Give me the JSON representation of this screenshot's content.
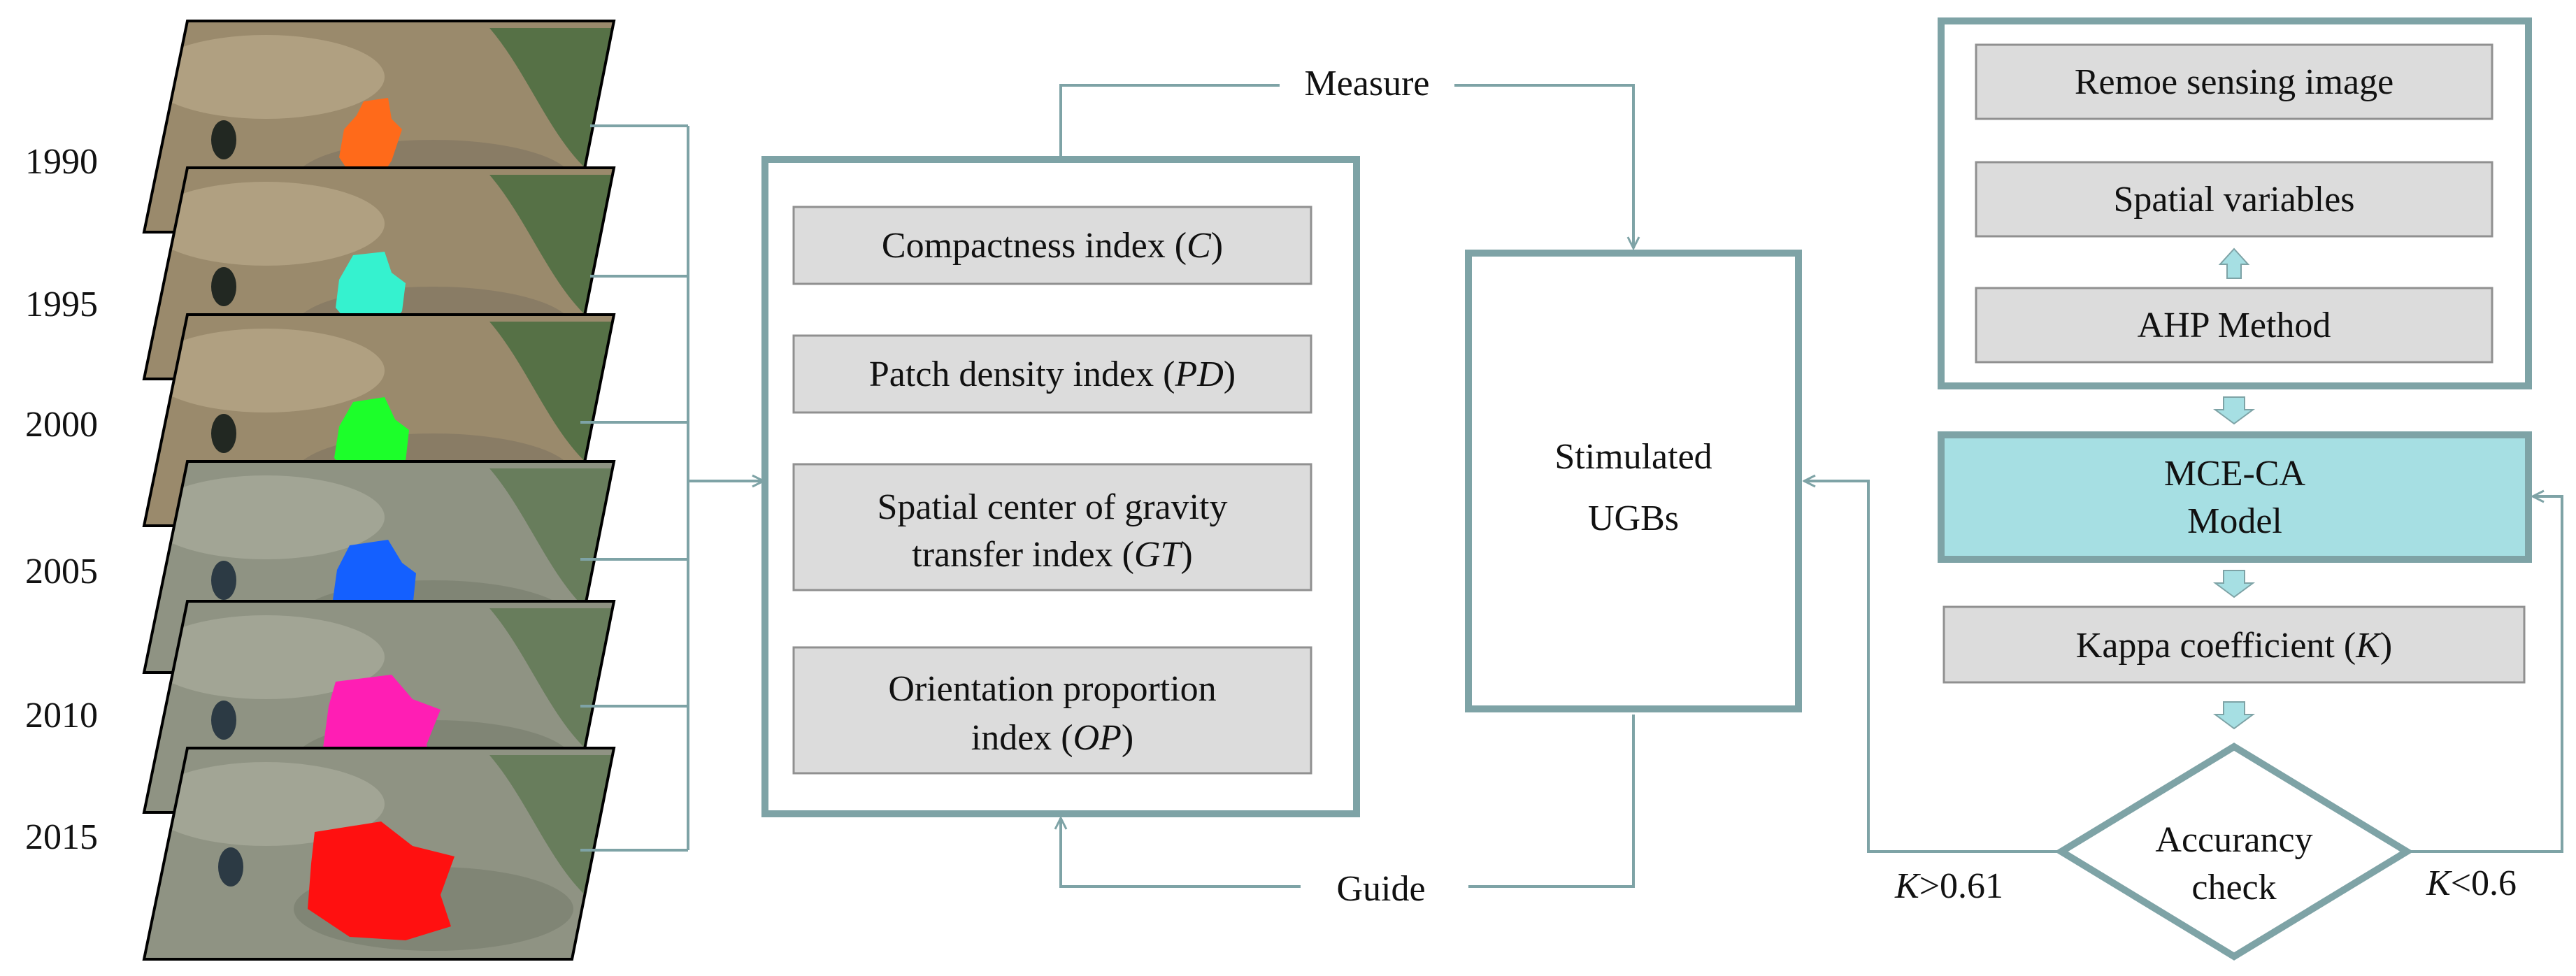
{
  "colors": {
    "line": "#7ea3a6",
    "box_fill": "#dcdcdc",
    "box_stroke": "#909090",
    "model_fill": "#a6dfe3",
    "text": "#111111",
    "patch_1990": "#ff6a1a",
    "patch_1995": "#35f2cf",
    "patch_2000": "#1cff2a",
    "patch_2005": "#1460ff",
    "patch_2010": "#ff1eb4",
    "patch_2015": "#ff1010",
    "sat_arid": "#9a8a6c",
    "sat_grey": "#8f9383",
    "sat_veg": "#4f6e42"
  },
  "years": [
    "1990",
    "1995",
    "2000",
    "2005",
    "2010",
    "2015"
  ],
  "middle": {
    "indices": [
      {
        "line1": "Compactness index (",
        "var": "C",
        "tail": ")"
      },
      {
        "line1": "Patch density index (",
        "var": "PD",
        "tail": ")"
      },
      {
        "line1": "Spatial center of gravity",
        "line2": "transfer index (",
        "var": "GT",
        "tail": ")"
      },
      {
        "line1": "Orientation proportion",
        "line2": "index (",
        "var": "OP",
        "tail": ")"
      }
    ],
    "measure": "Measure",
    "guide": "Guide"
  },
  "center": {
    "line1": "Stimulated",
    "line2": "UGBs"
  },
  "right": {
    "remote": "Remoe sensing image",
    "spatial": "Spatial variables",
    "ahp": "AHP Method",
    "model_line1": "MCE-CA",
    "model_line2": "Model",
    "kappa": "Kappa coefficient (",
    "kappa_var": "K",
    "kappa_tail": ")",
    "check_line1": "Accurancy",
    "check_line2": "check",
    "left_cond_var": "K",
    "left_cond": ">0.61",
    "right_cond_var": "K",
    "right_cond": "<0.6"
  }
}
